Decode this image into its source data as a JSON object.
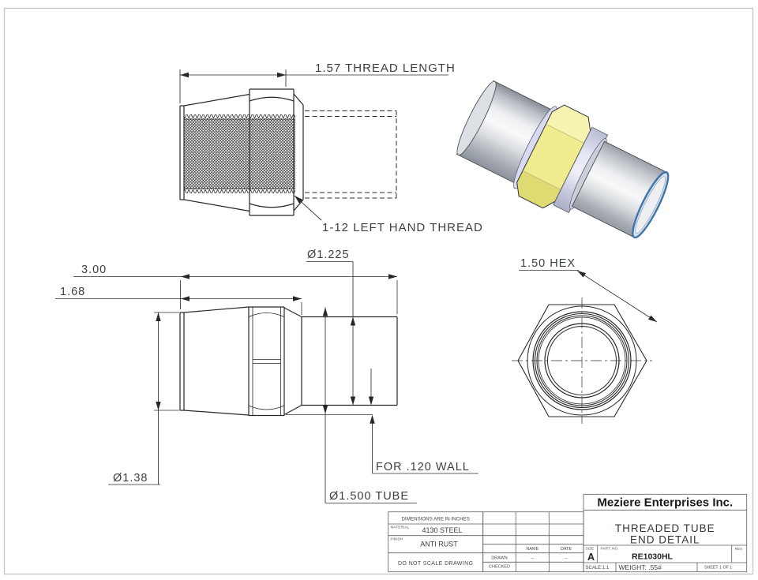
{
  "page": {
    "background": "#ffffff",
    "border_color": "#c9c9c9"
  },
  "views": {
    "thread_detail": {
      "thread_length_label": "1.57 THREAD LENGTH",
      "thread_spec_label": "1-12 LEFT HAND THREAD"
    },
    "render_3d": {
      "body_color": "#eef0f3",
      "nut_color": "#efeb8e",
      "collar_color": "#dcdff0",
      "tube_rim_color": "#3f74ad"
    },
    "side_profile": {
      "overall_length_label": "3.00",
      "body_length_label": "1.68",
      "bore_dia_label": "Ø1.225",
      "thread_od_label": "Ø1.38",
      "tube_dia_label": "Ø1.500 TUBE",
      "wall_label": "FOR .120 WALL"
    },
    "hex_end": {
      "hex_label": "1.50 HEX"
    }
  },
  "title_block": {
    "company": "Meziere Enterprises Inc.",
    "title_line1": "THREADED TUBE",
    "title_line2": "END DETAIL",
    "dimensions_note": "DIMENSIONS ARE IN INCHES",
    "material_label": "MATERIAL",
    "material_value": "4130 STEEL",
    "finish_label": "FINISH",
    "finish_value": "ANTI RUST",
    "scale_note": "DO NOT SCALE DRAWING",
    "name_header": "NAME",
    "date_header": "DATE",
    "drawn_label": "DRAWN",
    "drawn_name": "--",
    "drawn_date": "--",
    "checked_label": "CHECKED",
    "size_label": "SIZE",
    "size_value": "A",
    "part_no_label": "PART. NO.",
    "part_no_value": "RE1030HL",
    "rev_label": "REV.",
    "scale_value": "SCALE:1:1",
    "weight_value": "WEIGHT: .55#",
    "sheet_value": "SHEET 1 OF 1"
  }
}
